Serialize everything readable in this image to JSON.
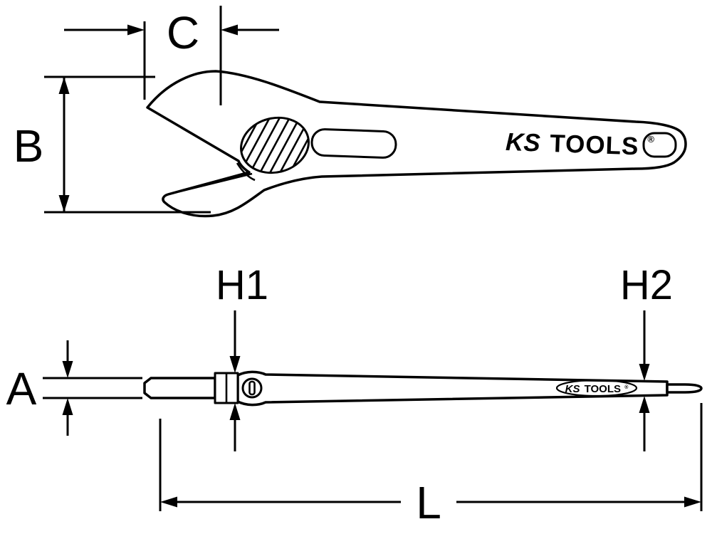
{
  "diagram": {
    "type": "technical-drawing-adjustable-wrench",
    "dimension_labels": {
      "c": "C",
      "b": "B",
      "h1": "H1",
      "h2": "H2",
      "a": "A",
      "l": "L"
    },
    "brand": {
      "ks": "KS",
      "tools": "TOOLS",
      "registered": "®"
    },
    "colors": {
      "line": "#000000",
      "background": "#ffffff"
    }
  }
}
